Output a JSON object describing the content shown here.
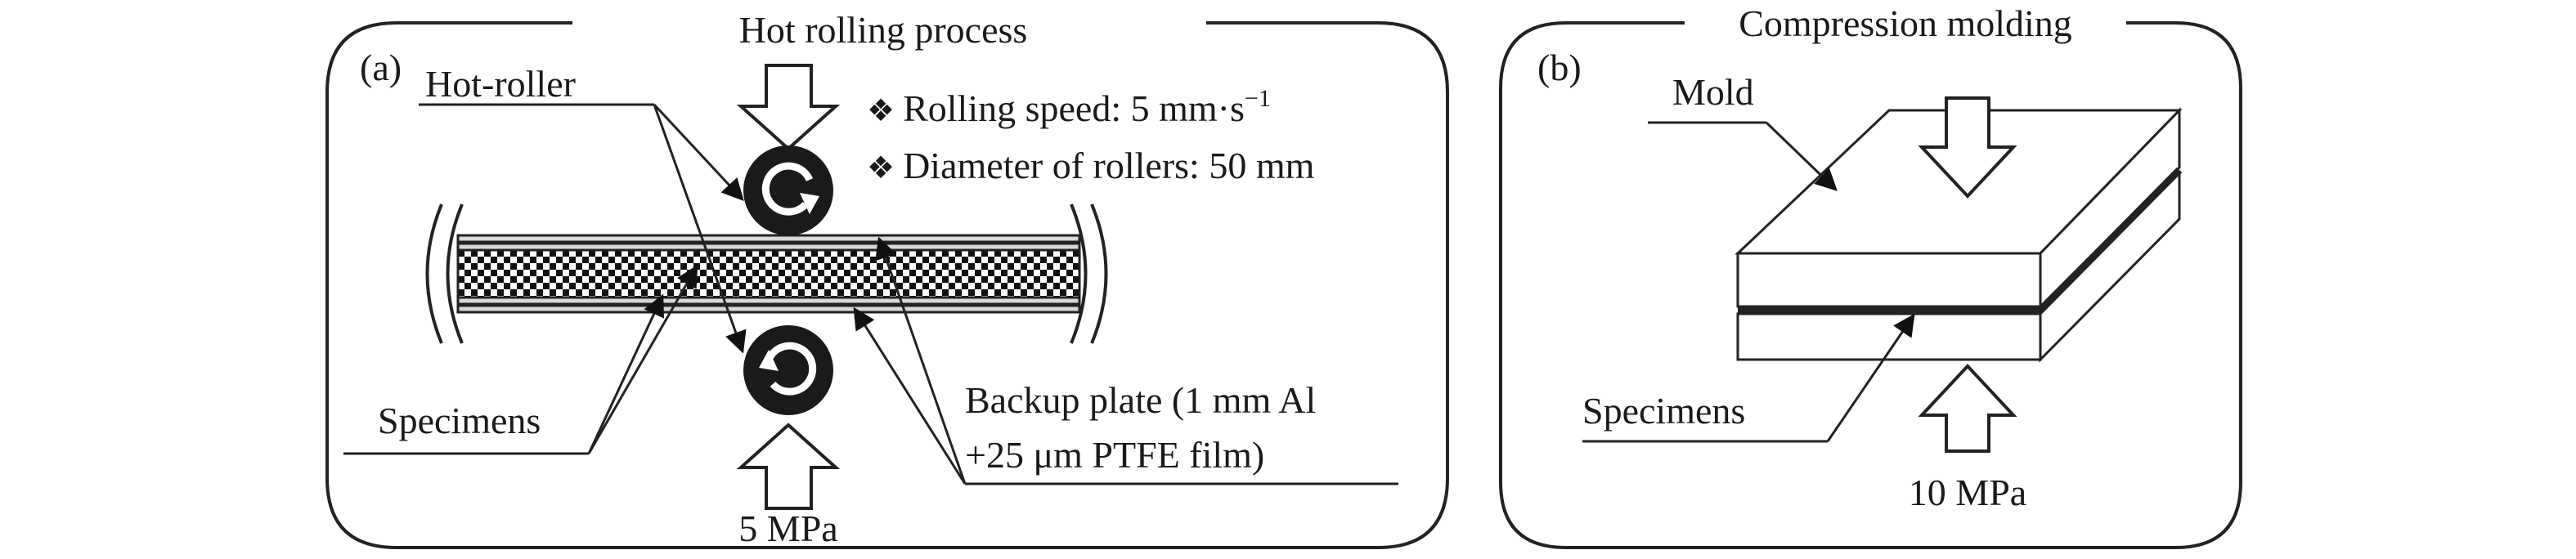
{
  "panel_a": {
    "panel_label": "(a)",
    "title": "Hot rolling process",
    "hot_roller_label": "Hot-roller",
    "bullet_symbol": "❖",
    "bullet_1": "Rolling speed: 5 mm·s",
    "bullet_1_superscript": "−1",
    "bullet_2": "Diameter of rollers: 50 mm",
    "specimens_label": "Specimens",
    "backup_label_line1": "Backup plate (1 mm Al",
    "backup_label_line2": "+25 μm PTFE film)",
    "pressure_label": "5 MPa"
  },
  "panel_b": {
    "panel_label": "(b)",
    "title": "Compression molding",
    "mold_label": "Mold",
    "specimens_label": "Specimens",
    "pressure_label": "10 MPa"
  }
}
